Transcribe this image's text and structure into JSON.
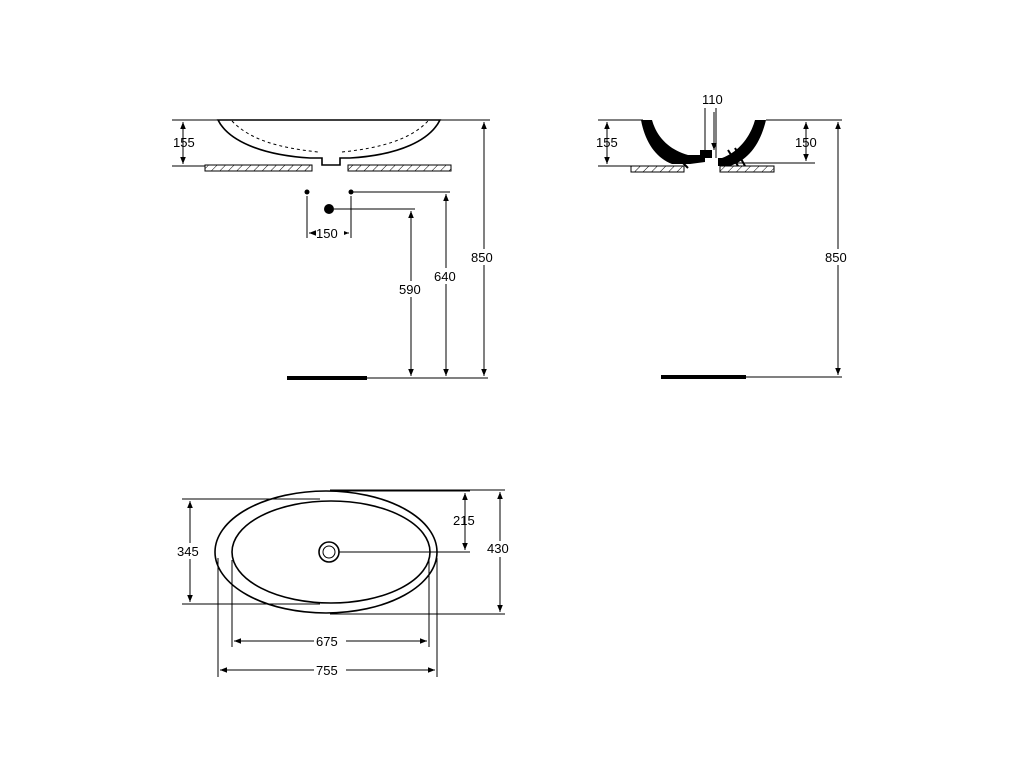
{
  "drawing": {
    "front_view": {
      "bowl_height": "155",
      "tap_spacing": "150",
      "waste_height": "590",
      "tap_height": "640",
      "total_height": "850"
    },
    "side_view": {
      "waste_width": "110",
      "bowl_height": "155",
      "inner_depth": "150",
      "total_height": "850"
    },
    "plan_view": {
      "inner_width": "675",
      "outer_width": "755",
      "inner_depth": "345",
      "outer_depth": "430",
      "waste_offset": "215"
    }
  }
}
